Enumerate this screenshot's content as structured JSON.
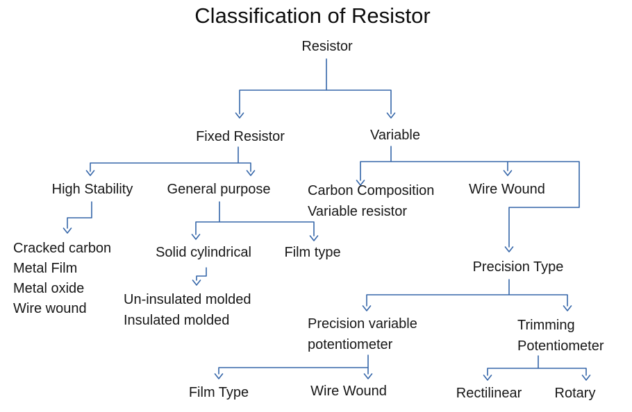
{
  "page_title": "Classification of Resistor",
  "colors": {
    "line": "#3465a8",
    "text": "#161616",
    "background": "#ffffff"
  },
  "tree": {
    "root": {
      "label": "Resistor"
    },
    "fixed": {
      "label": "Fixed Resistor",
      "high_stability": {
        "label": "High Stability",
        "types": [
          "Cracked carbon",
          "Metal Film",
          "Metal oxide",
          "Wire wound"
        ]
      },
      "general_purpose": {
        "label": "General purpose",
        "solid_cylindrical": {
          "label": "Solid cylindrical",
          "types": [
            "Un-insulated molded",
            "Insulated molded"
          ]
        },
        "film_type": {
          "label": "Film type"
        }
      }
    },
    "variable": {
      "label": "Variable",
      "carbon_composition": {
        "label_line1": "Carbon Composition",
        "label_line2": "Variable resistor"
      },
      "wire_wound": {
        "label": "Wire Wound",
        "precision_type": {
          "label": "Precision Type",
          "precision_variable_potentiometer": {
            "label_line1": "Precision variable",
            "label_line2": "potentiometer",
            "film_type": {
              "label": "Film Type"
            },
            "wire_wound": {
              "label": "Wire Wound"
            }
          },
          "trimming_potentiometer": {
            "label_line1": "Trimming",
            "label_line2": "Potentiometer",
            "rectilinear": {
              "label": "Rectilinear"
            },
            "rotary": {
              "label": "Rotary"
            }
          }
        }
      }
    }
  }
}
